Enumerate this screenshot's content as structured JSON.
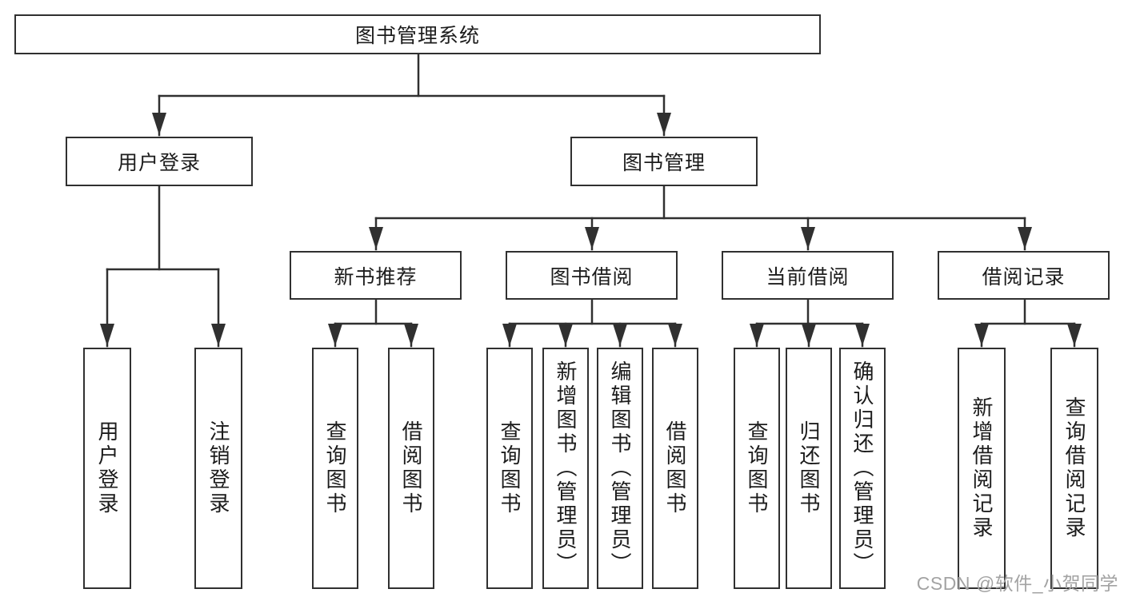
{
  "diagram": {
    "tree": {
      "root": "图书管理系统",
      "children": [
        {
          "label": "用户登录",
          "children": [
            {
              "label": "用户登录"
            },
            {
              "label": "注销登录"
            }
          ]
        },
        {
          "label": "图书管理",
          "children": [
            {
              "label": "新书推荐",
              "children": [
                {
                  "label": "查询图书"
                },
                {
                  "label": "借阅图书"
                }
              ]
            },
            {
              "label": "图书借阅",
              "children": [
                {
                  "label": "查询图书"
                },
                {
                  "label": "新增图书（管理员）"
                },
                {
                  "label": "编辑图书（管理员）"
                },
                {
                  "label": "借阅图书"
                }
              ]
            },
            {
              "label": "当前借阅",
              "children": [
                {
                  "label": "查询图书"
                },
                {
                  "label": "归还图书"
                },
                {
                  "label": "确认归还（管理员）"
                }
              ]
            },
            {
              "label": "借阅记录",
              "children": [
                {
                  "label": "新增借阅记录"
                },
                {
                  "label": "查询借阅记录"
                }
              ]
            }
          ]
        }
      ]
    },
    "colors": {
      "line": "#303030",
      "box_border": "#303030",
      "text": "#1c1c1c",
      "watermark": "#a3a3a3",
      "background": "#ffffff"
    }
  },
  "watermark": {
    "text": "CSDN @软件_小贺同学"
  }
}
